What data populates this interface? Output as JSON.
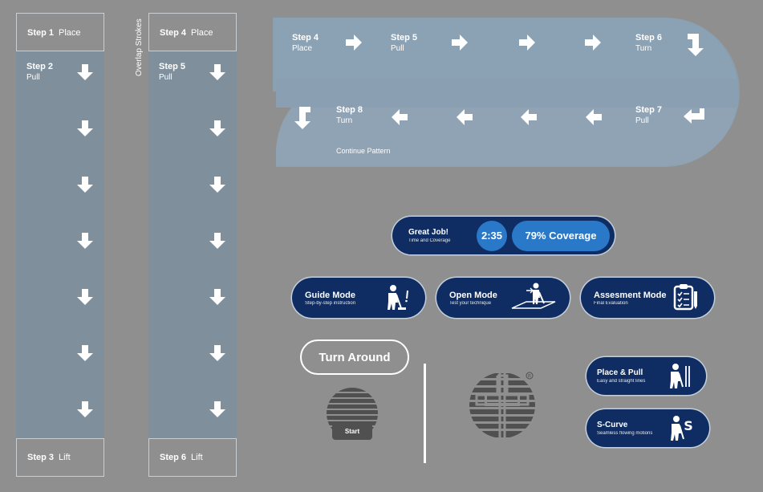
{
  "left_columns": [
    {
      "head": {
        "step": "Step 1",
        "action": "Place"
      },
      "body": {
        "step": "Step 2",
        "action": "Pull"
      },
      "foot": {
        "step": "Step 3",
        "action": "Lift"
      }
    },
    {
      "head": {
        "step": "Step 4",
        "action": "Place"
      },
      "body": {
        "step": "Step 5",
        "action": "Pull"
      },
      "foot": {
        "step": "Step 6",
        "action": "Lift"
      }
    }
  ],
  "overlap_label": "Overlap Strokes",
  "serpentine": {
    "top": [
      {
        "step": "Step 4",
        "action": "Place"
      },
      {
        "step": "Step 5",
        "action": "Pull"
      },
      {
        "step": "Step 6",
        "action": "Turn"
      }
    ],
    "bottom": [
      {
        "step": "Step 8",
        "action": "Turn"
      },
      {
        "step": "Step 7",
        "action": "Pull"
      }
    ],
    "continue_label": "Continue Pattern"
  },
  "status_bar": {
    "title": "Great Job!",
    "subtitle": "Time and Coverage",
    "time": "2:35",
    "coverage": "79% Coverage"
  },
  "modes": [
    {
      "title": "Guide Mode",
      "subtitle": "Step-by-step instruction"
    },
    {
      "title": "Open Mode",
      "subtitle": "Test your technique"
    },
    {
      "title": "Assesment Mode",
      "subtitle": "Final Evaluation"
    }
  ],
  "turn_around_label": "Turn Around",
  "start_label": "Start",
  "patterns": [
    {
      "title": "Place & Pull",
      "subtitle": "Easy and straight lines"
    },
    {
      "title": "S-Curve",
      "subtitle": "Seamless flowing motions"
    }
  ],
  "colors": {
    "background": "#8f8f8f",
    "column_fill": "#7f909c",
    "navy": "#0f2d62",
    "accent_blue": "#2a78c8",
    "serpentine_fill": "#8aa0b2"
  }
}
